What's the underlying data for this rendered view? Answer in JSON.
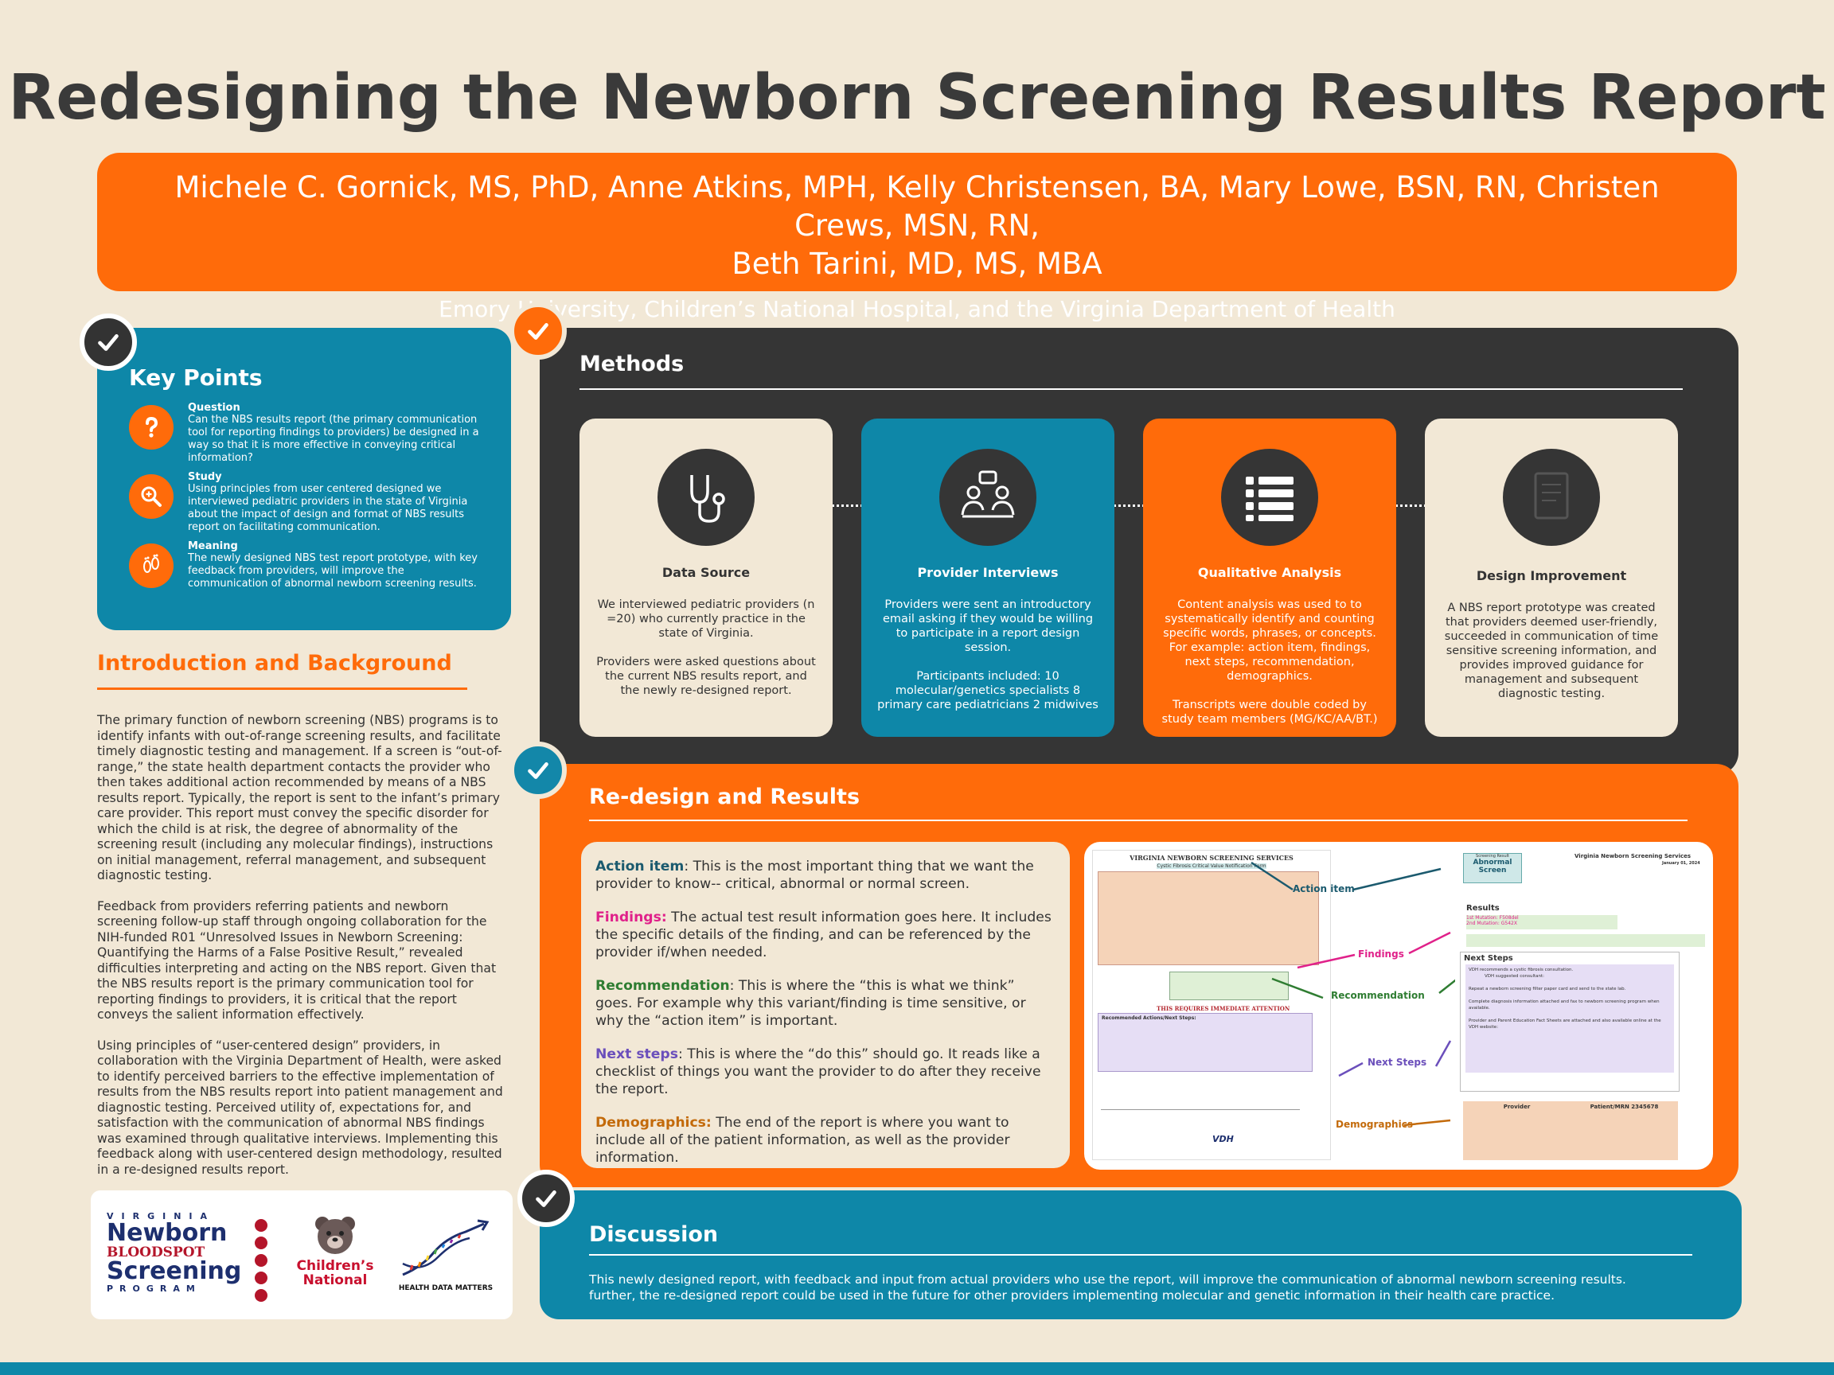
{
  "poster": {
    "title": "Redesigning the Newborn Screening Results Report",
    "authors_line1": "Michele C. Gornick, MS, PhD, Anne Atkins, MPH, Kelly Christensen, BA, Mary Lowe, BSN, RN, Christen Crews, MSN, RN,",
    "authors_line2": "Beth Tarini, MD, MS, MBA",
    "affiliation": "Emory University, Children’s National Hospital, and the Virginia Department of Health"
  },
  "key_points": {
    "title": "Key Points",
    "items": [
      {
        "icon": "question-icon",
        "head": "Question",
        "text": "Can the NBS results report (the primary communication tool for reporting findings to providers) be designed in a way so that it is more effective in conveying critical information?"
      },
      {
        "icon": "magnifier-icon",
        "head": "Study",
        "text": "Using principles from user centered designed we interviewed pediatric providers in the state of Virginia about the impact of design and format of NBS results report on facilitating communication."
      },
      {
        "icon": "footprints-icon",
        "head": "Meaning",
        "text": "The newly designed NBS test report prototype, with key feedback from providers, will improve the communication of abnormal newborn screening results."
      }
    ]
  },
  "intro": {
    "title": "Introduction and Background",
    "paragraphs": [
      "The primary function of newborn screening (NBS) programs is to identify infants with out-of-range screening results, and facilitate timely diagnostic testing and management. If a screen is “out-of-range,” the state health department contacts the provider who then takes additional action recommended by means of a NBS results report. Typically, the report is sent to the infant’s primary care provider. This report must convey the specific disorder for which the child is at risk, the degree of abnormality of the screening result (including any molecular findings), instructions on initial management, referral management, and subsequent diagnostic testing.",
      "Feedback from providers referring patients and newborn screening follow-up staff through ongoing collaboration for the NIH-funded R01 “Unresolved Issues in Newborn Screening: Quantifying the Harms of a False Positive Result,” revealed difficulties interpreting and acting on the NBS report. Given that the NBS results report is the primary communication tool for reporting findings to providers, it is critical that the report conveys the salient information effectively.",
      "Using principles of “user-centered design” providers, in collaboration with the Virginia Department of Health, were asked to identify perceived barriers to the effective implementation of results from the NBS results report into patient management and diagnostic testing. Perceived utility of, expectations for, and satisfaction with the communication of abnormal NBS findings was examined through qualitative interviews. Implementing this feedback along with user-centered design methodology, resulted in a re-designed results report."
    ]
  },
  "logos": {
    "vnbs_top": "VIRGINIA",
    "vnbs_line1": "Newborn",
    "vnbs_line2": "BLOODSPOT",
    "vnbs_line3": "Screening",
    "vnbs_bottom": "PROGRAM",
    "cn_line1": "Children’s",
    "cn_line2": "National",
    "hdm": "HEALTH DATA MATTERS"
  },
  "methods": {
    "title": "Methods",
    "cards": [
      {
        "title": "Data Source",
        "icon": "stethoscope-icon",
        "body1": "We interviewed pediatric providers (n =20) who currently practice in the state of Virginia.",
        "body2": "Providers were asked questions about the current NBS results report, and the newly re-designed report."
      },
      {
        "title": "Provider Interviews",
        "icon": "interview-icon",
        "body1": "Providers were sent an introductory email asking if they would be willing to participate in a report design session.",
        "body2": "Participants included: 10 molecular/genetics specialists 8 primary care pediatricians 2 midwives"
      },
      {
        "title": "Qualitative Analysis",
        "icon": "list-icon",
        "body1": "Content analysis was used to to systematically  identify and counting specific words, phrases, or concepts. For example: action item, findings, next steps, recommendation, demographics.",
        "body2": "Transcripts were double coded by study team members (MG/KC/AA/BT.)"
      },
      {
        "title": "Design Improvement",
        "icon": "document-icon",
        "body1": "A NBS report prototype was created that providers deemed user-friendly, succeeded in communication of time sensitive screening information, and provides improved guidance for management and subsequent diagnostic testing.",
        "body2": ""
      }
    ]
  },
  "redesign": {
    "title": "Re-design and Results",
    "items": [
      {
        "label": "Action item",
        "sep": ":",
        "color": "#1b5a6e",
        "text": " This is the most important thing that we want the provider to know-- critical, abnormal or normal screen."
      },
      {
        "label": "Findings:",
        "sep": "",
        "color": "#e0218a",
        "text": "  The actual test result information goes here. It includes the specific details of the finding, and can be referenced by the provider if/when needed."
      },
      {
        "label": "Recommendation",
        "sep": ":",
        "color": "#2f7d32",
        "text": "  This is where the “this is what we think” goes. For example why this variant/finding is time sensitive, or why the “action item” is important."
      },
      {
        "label": "Next steps",
        "sep": ":",
        "color": "#6b4fbb",
        "text": " This is where the “do this” should go. It reads like a checklist of things you want the provider to do after they receive the report."
      },
      {
        "label": "Demographics:",
        "sep": "",
        "color": "#c36a0a",
        "text": " The end of the report is where you want to include all of the patient information, as well as the provider information."
      }
    ],
    "image": {
      "old_header": "VIRGINIA NEWBORN SCREENING SERVICES",
      "old_sub": "Cystic Fibrosis Critical Value Notification Form",
      "old_attention": "THIS REQUIRES IMMEDIATE ATTENTION",
      "old_rec_head": "Recommended Actions/Next Steps:",
      "old_footer_logo": "VDH",
      "new_header": "Virginia Newborn Screening Services",
      "new_date": "January 01, 2024",
      "screening_result": "Screening Result",
      "abnormal_screen": "Abnormal Screen",
      "results_head": "Results",
      "mutation1": "1st Mutation: F508del",
      "mutation2": "2nd Mutation: G542X",
      "next_steps_head": "Next Steps",
      "step1": "VDH recommends a cystic fibrosis consultation.",
      "step1b": "VDH suggested consultant:",
      "step2": "Repeat a newborn screening filter paper card and send to the state lab.",
      "step3": "Complete diagnosis information attached and fax to newborn screening program when available.",
      "step4": "Provider and Parent Education Fact Sheets are attached and also available online at the VDH website:",
      "provider_col": "Provider",
      "patient_col": "Patient/MRN 2345678",
      "ann_action": "Action item",
      "ann_findings": "Findings",
      "ann_recommendation": "Recommendation",
      "ann_next": "Next Steps",
      "ann_demo": "Demographics"
    }
  },
  "discussion": {
    "title": "Discussion",
    "line1": "This newly designed report, with feedback and input from actual providers who use the report, will improve the communication of abnormal newborn screening results.",
    "line2": "further, the re-designed report could be used in the future for other providers implementing molecular and genetic information in their health care practice."
  },
  "colors": {
    "orange": "#ff6b0a",
    "blue": "#0e87a8",
    "dark": "#353535",
    "cream": "#f2e8d6"
  }
}
